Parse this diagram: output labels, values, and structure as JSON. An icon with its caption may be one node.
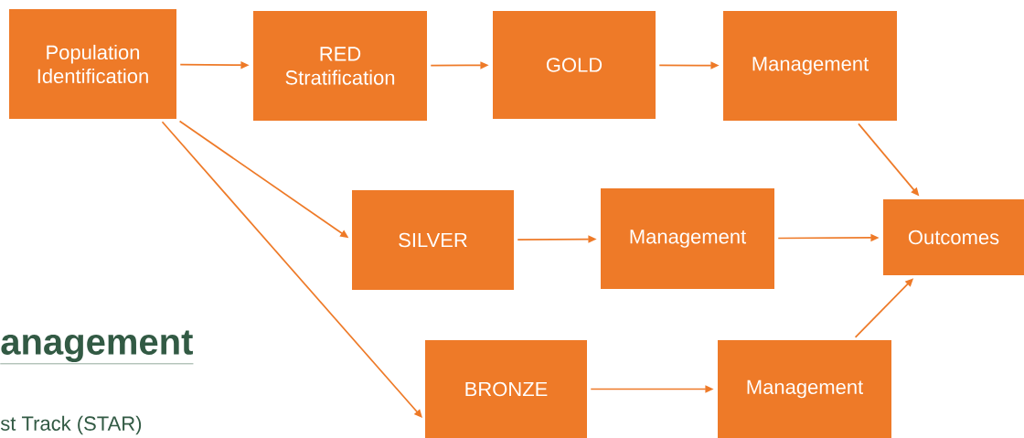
{
  "diagram": {
    "nodes": [
      {
        "text": [
          "Population Identification"
        ]
      },
      {
        "text": [
          "RED Stratification"
        ]
      },
      {
        "text": [
          "GOLD"
        ]
      },
      {
        "text": [
          "Management"
        ]
      },
      {
        "text": [
          "SILVER"
        ]
      },
      {
        "text": [
          "Management"
        ]
      },
      {
        "text": [
          "Outcomes"
        ]
      },
      {
        "text": [
          "BRONZE"
        ]
      },
      {
        "text": [
          "Management"
        ]
      }
    ],
    "edges": [
      {
        "from": 0,
        "to": 1,
        "arrow": "to"
      },
      {
        "from": 1,
        "to": 2,
        "arrow": "to"
      },
      {
        "from": 2,
        "to": 3,
        "arrow": "to"
      },
      {
        "from": 3,
        "to": 6,
        "arrow": "to"
      },
      {
        "from": 0,
        "to": 4,
        "arrow": "to"
      },
      {
        "from": 0,
        "to": 7,
        "arrow": "to"
      },
      {
        "from": 4,
        "to": 5,
        "arrow": "to"
      },
      {
        "from": 5,
        "to": 6,
        "arrow": "to"
      },
      {
        "from": 7,
        "to": 8,
        "arrow": "to"
      },
      {
        "from": 8,
        "to": 6,
        "arrow": "to"
      }
    ],
    "labels": [
      "anagement",
      "st Track (STAR)"
    ]
  }
}
